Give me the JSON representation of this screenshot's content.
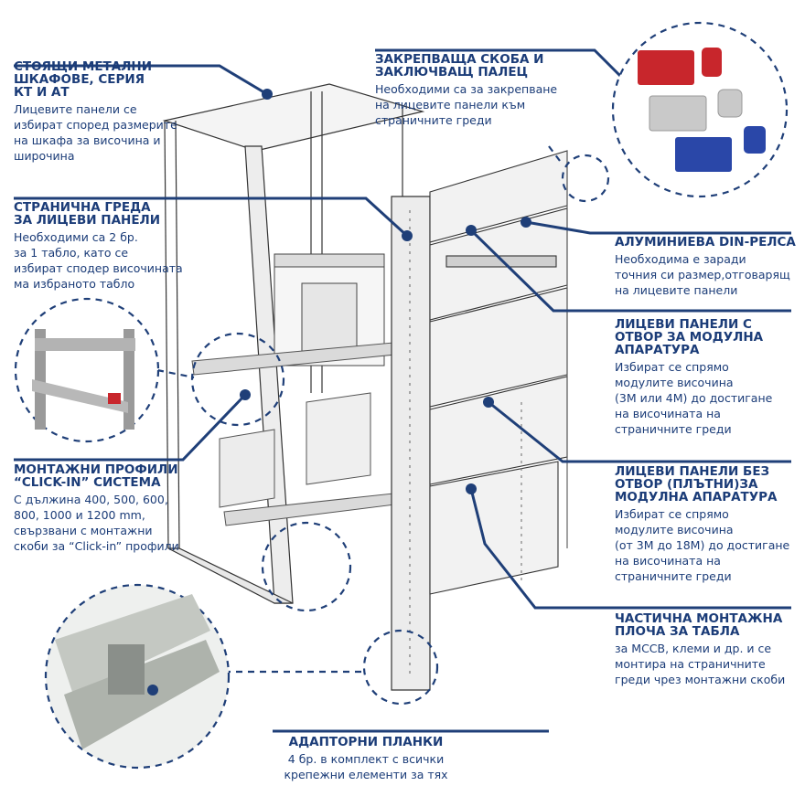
{
  "colors": {
    "accent": "#1d4e96",
    "line": "#1f3f78",
    "red": "#c8262c",
    "blue": "#2a47a8",
    "grey": "#c9c9c9"
  },
  "callouts": {
    "cabinets": {
      "title": "СТОЯЩИ МЕТАЛНИ\nШКАФОВЕ, СЕРИЯ\nКТ И АТ",
      "body": "Лицевите панели се\nизбират според размерите\nна шкафа за височина и\nширочина"
    },
    "side_beam": {
      "title": "СТРАНИЧНА ГРЕДА\nЗА ЛИЦЕВИ ПАНЕЛИ",
      "body": "Необходими са 2 бр.\nза 1 табло, като се\nизбират сподер височината\nма избраното табло"
    },
    "profiles": {
      "title": "МОНТАЖНИ ПРОФИЛИ\n“CLICK-IN” СИСТЕМА",
      "body": "С дължина 400, 500, 600,\n800, 1000 и 1200 mm,\nсвързвани с монтажни\nскоби за “Click-in” профили"
    },
    "adapters": {
      "title": "АДАПТОРНИ ПЛАНКИ",
      "body": "4 бр. в комплект с всички\nкрепежни елементи за тях"
    },
    "bracket": {
      "title": "ЗАКРЕПВАЩА СКОБА И\nЗАКЛЮЧВАЩ ПАЛЕЦ",
      "body": "Необходими са за закрепване\nна лицевите панели към\nстраничните греди"
    },
    "din_rail": {
      "title": "АЛУМИНИЕВА DIN-РЕЛСА",
      "body": "Необходима е заради\nточния си размер,отговарящ\nна лицевите панели"
    },
    "panels_open": {
      "title": "ЛИЦЕВИ ПАНЕЛИ С\nОТВОР ЗА МОДУЛНА\nАПАРАТУРА",
      "body": "Избират се спрямо\nмодулите височина\n(3М или 4М) до достигане\nна височината на\nстраничните греди"
    },
    "panels_solid": {
      "title": "ЛИЦЕВИ ПАНЕЛИ БЕЗ\nОТВОР (ПЛЪТНИ)ЗА\nМОДУЛНА АПАРАТУРА",
      "body": "Избират се спрямо\nмодулите височина\n(от 3М до 18М) до достигане\nна височината на\nстраничните греди"
    },
    "plate": {
      "title": "ЧАСТИЧНА МОНТАЖНА\nПЛОЧА ЗА ТАБЛА",
      "body": "за МССВ, клеми и др. и се\nмонтира на страничните\nгреди чрез монтажни скоби"
    }
  }
}
